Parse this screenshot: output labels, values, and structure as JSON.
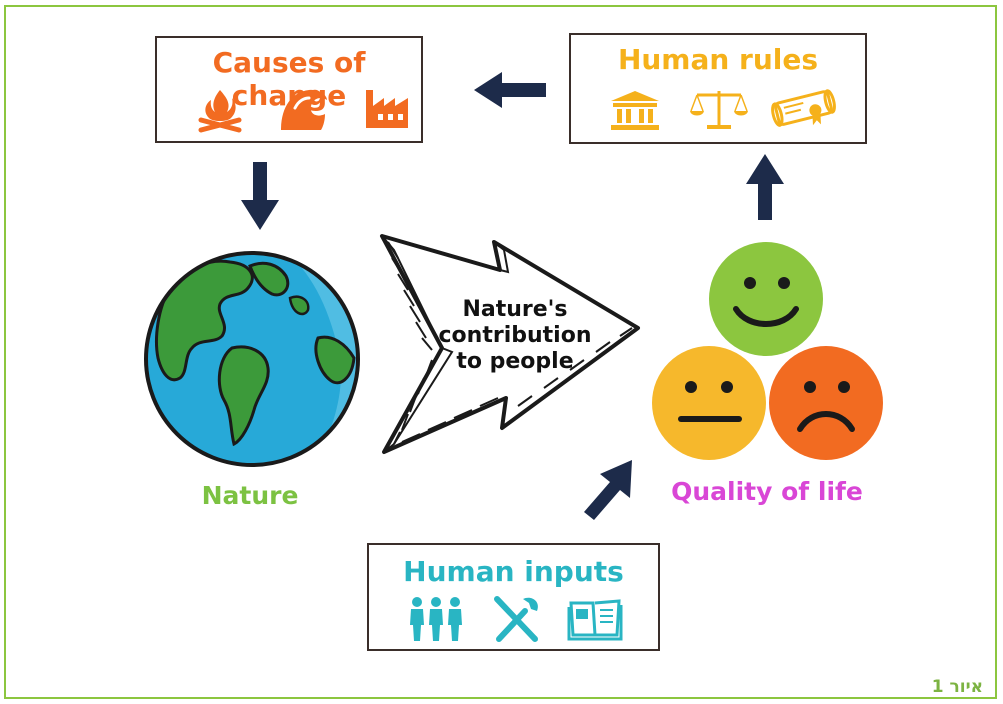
{
  "causes_box": {
    "title": "Causes of change",
    "color": "#f26b21",
    "icons": [
      "campfire-icon",
      "wave-icon",
      "factory-icon"
    ]
  },
  "rules_box": {
    "title": "Human rules",
    "color": "#f5b11b",
    "icons": [
      "courthouse-icon",
      "scales-icon",
      "diploma-icon"
    ]
  },
  "inputs_box": {
    "title": "Human inputs",
    "color": "#29b5c3",
    "icons": [
      "people-group-icon",
      "tools-icon",
      "book-icon"
    ]
  },
  "center_arrow_text": [
    "Nature's",
    "contribution",
    "to people"
  ],
  "nature_label": "Nature",
  "nature_color": "#7cc242",
  "quality_label": "Quality of life",
  "quality_color": "#d946d6",
  "faces": [
    {
      "mood": "happy",
      "color": "#8cc63f"
    },
    {
      "mood": "neutral",
      "color": "#f6b82c"
    },
    {
      "mood": "sad",
      "color": "#f26b21"
    }
  ],
  "arrow_color": "#1d2b4a",
  "figure_caption": "איור 1"
}
